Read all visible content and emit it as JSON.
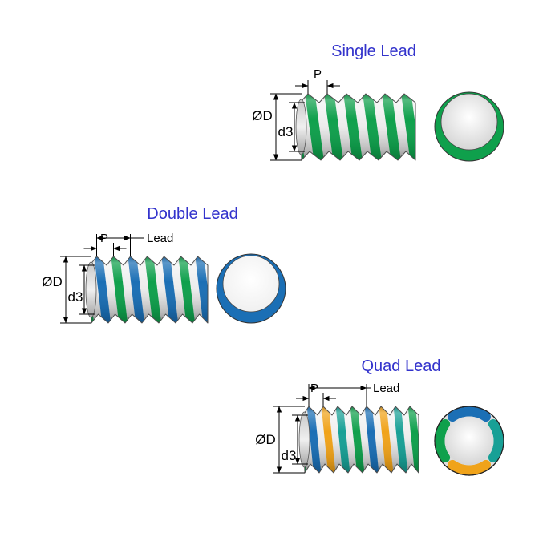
{
  "style": {
    "background": "#FFFFFF",
    "title_color": "#3333CC",
    "annotation_color": "#000000",
    "outline_color": "#4D4D4D"
  },
  "sections": [
    {
      "id": "single-lead",
      "title": "Single Lead",
      "starts": 1,
      "labels": {
        "pitch": "P",
        "outer_diameter": "ØD",
        "root_diameter": "d3"
      },
      "thread_colors": [
        "#0FA04C"
      ],
      "end_view": {
        "ring_colors": [
          "#0FA04C"
        ],
        "core_color": "#CCCCCC"
      }
    },
    {
      "id": "double-lead",
      "title": "Double Lead",
      "starts": 2,
      "labels": {
        "pitch": "P",
        "lead": "Lead",
        "outer_diameter": "ØD",
        "root_diameter": "d3"
      },
      "thread_colors": [
        "#0FA04C",
        "#1B6FB5"
      ],
      "end_view": {
        "ring_colors": [
          "#1B6FB5"
        ],
        "core_color": "#EDEDED"
      }
    },
    {
      "id": "quad-lead",
      "title": "Quad Lead",
      "starts": 4,
      "labels": {
        "pitch": "P",
        "lead": "Lead",
        "outer_diameter": "ØD",
        "root_diameter": "d3"
      },
      "thread_colors": [
        "#0FA04C",
        "#1B6FB5",
        "#F0A31A",
        "#18A096"
      ],
      "end_view": {
        "ring_colors": [
          "#1B6FB5",
          "#18A096",
          "#F0A31A",
          "#0FA04C"
        ],
        "core_color": "#CCCCCC"
      }
    }
  ]
}
